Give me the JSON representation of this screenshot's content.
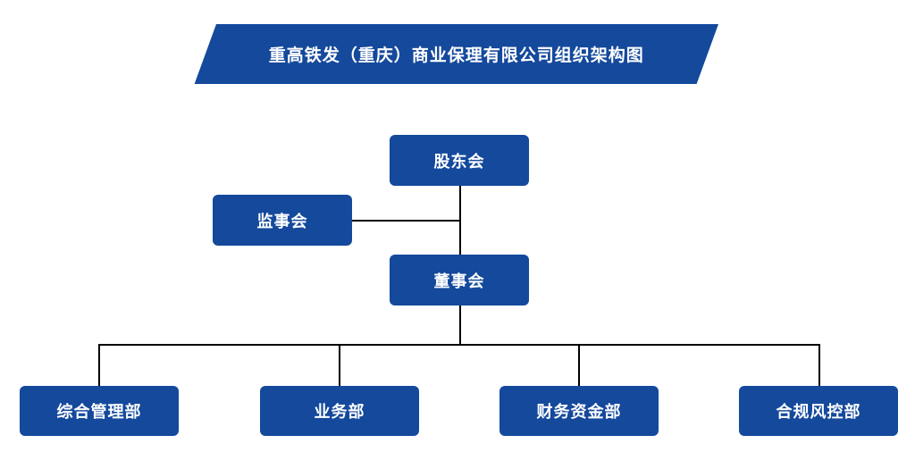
{
  "title": "重高铁发（重庆）商业保理有限公司组织架构图",
  "org": {
    "shareholders": {
      "label": "股东会"
    },
    "supervisory": {
      "label": "监事会"
    },
    "board": {
      "label": "董事会"
    },
    "departments": [
      {
        "label": "综合管理部"
      },
      {
        "label": "业务部"
      },
      {
        "label": "财务资金部"
      },
      {
        "label": "合规风控部"
      }
    ]
  },
  "colors": {
    "primary": "#14499c",
    "line": "#000000",
    "text_on_primary": "#ffffff",
    "background": "#ffffff"
  }
}
